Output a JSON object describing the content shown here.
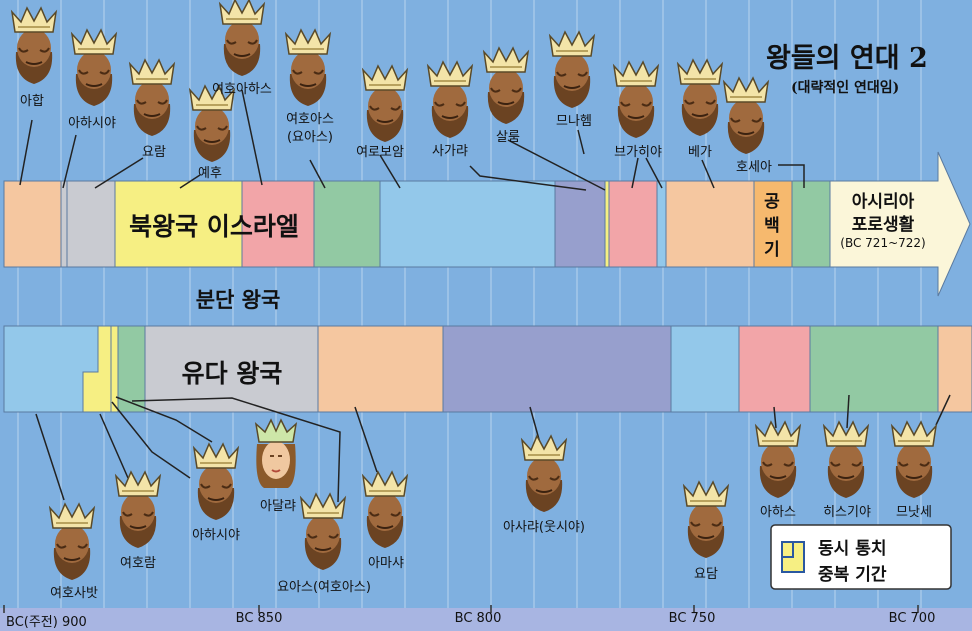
{
  "title": "왕들의 연대 2",
  "subtitle": "(대략적인 연대임)",
  "north": {
    "label": "북왕국 이스라엘",
    "kings": [
      "아합",
      "아하시야",
      "요람",
      "예후",
      "여호아하스",
      "여호아스",
      "(요아스)",
      "여로보암",
      "사가랴",
      "살룸",
      "므나헴",
      "브가히야",
      "베가",
      "호세아"
    ],
    "gap": [
      "공",
      "백",
      "기"
    ],
    "exile": [
      "아시리아",
      "포로생활",
      "(BC 721~722)"
    ]
  },
  "divided": "분단 왕국",
  "south": {
    "label": "유다 왕국",
    "kings": [
      "여호사밧",
      "여호람",
      "아하시야",
      "아달랴",
      "요아스(여호아스)",
      "아마샤",
      "아사랴(웃시야)",
      "요담",
      "아하스",
      "히스기야",
      "므낫세"
    ]
  },
  "legend": [
    "동시 통치",
    "중복 기간"
  ],
  "axis": [
    "BC(주전) 900",
    "BC 850",
    "BC 800",
    "BC 750",
    "BC 700"
  ],
  "colors": {
    "peach": "#f5c7a0",
    "grey": "#c9cbd1",
    "yellow": "#f6ef83",
    "pink": "#f2a5a8",
    "green": "#92c9a3",
    "blue": "#93c8ea",
    "purple": "#979fcd",
    "orange": "#f6b96e",
    "cream": "#fbf6d9"
  }
}
